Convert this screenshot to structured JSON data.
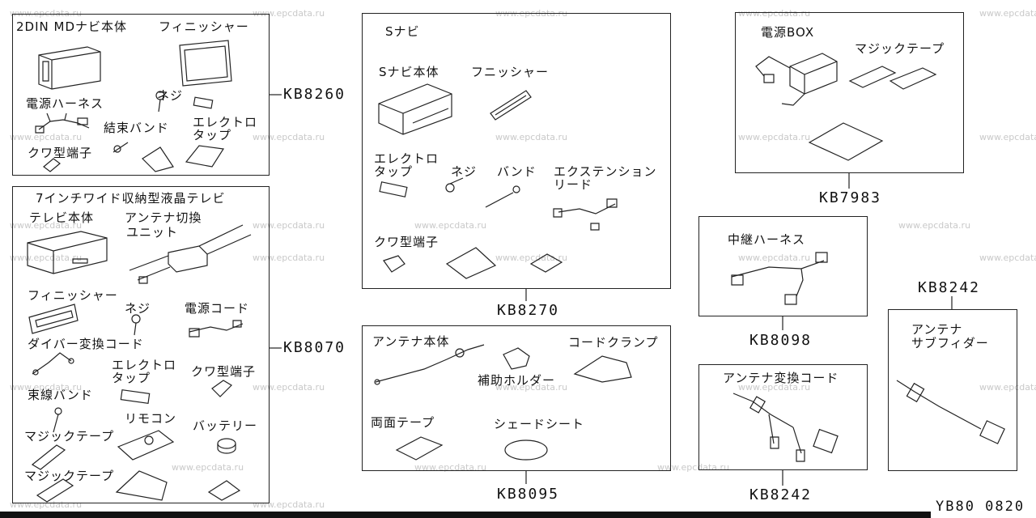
{
  "watermark": "www.epcdata.ru",
  "diagram_code": "YB80 0820",
  "groups": {
    "kb8260": {
      "part_no": "KB8260",
      "labels": [
        "2DIN MDナビ本体",
        "フィニッシャー",
        "電源ハーネス",
        "ネジ",
        "結束バンド",
        "エレクトロ",
        "タップ",
        "クワ型端子"
      ]
    },
    "kb8070": {
      "part_no": "KB8070",
      "labels": [
        "7インチワイド収納型液晶テレビ",
        "テレビ本体",
        "アンテナ切換",
        "ユニット",
        "フィニッシャー",
        "ネジ",
        "電源コード",
        "ダイバー変換コード",
        "エレクトロ",
        "タップ",
        "クワ型端子",
        "束線バンド",
        "リモコン",
        "バッテリー",
        "マジックテープ",
        "マジックテープ"
      ]
    },
    "kb8270": {
      "part_no": "KB8270",
      "labels": [
        "Sナビ",
        "Sナビ本体",
        "フニッシャー",
        "エレクトロ",
        "タップ",
        "ネジ",
        "バンド",
        "エクステンション",
        "リード",
        "クワ型端子"
      ]
    },
    "kb8095": {
      "part_no": "KB8095",
      "labels": [
        "アンテナ本体",
        "コードクランプ",
        "補助ホルダー",
        "両面テープ",
        "シェードシート"
      ]
    },
    "kb7983": {
      "part_no": "KB7983",
      "labels": [
        "電源BOX",
        "マジックテープ"
      ]
    },
    "kb8098": {
      "part_no": "KB8098",
      "labels": [
        "中継ハーネス"
      ]
    },
    "kb8242a": {
      "part_no": "KB8242",
      "labels": [
        "アンテナ変換コード"
      ]
    },
    "kb8242b": {
      "part_no": "KB8242",
      "labels": [
        "アンテナ",
        "サブフィダー"
      ]
    }
  }
}
